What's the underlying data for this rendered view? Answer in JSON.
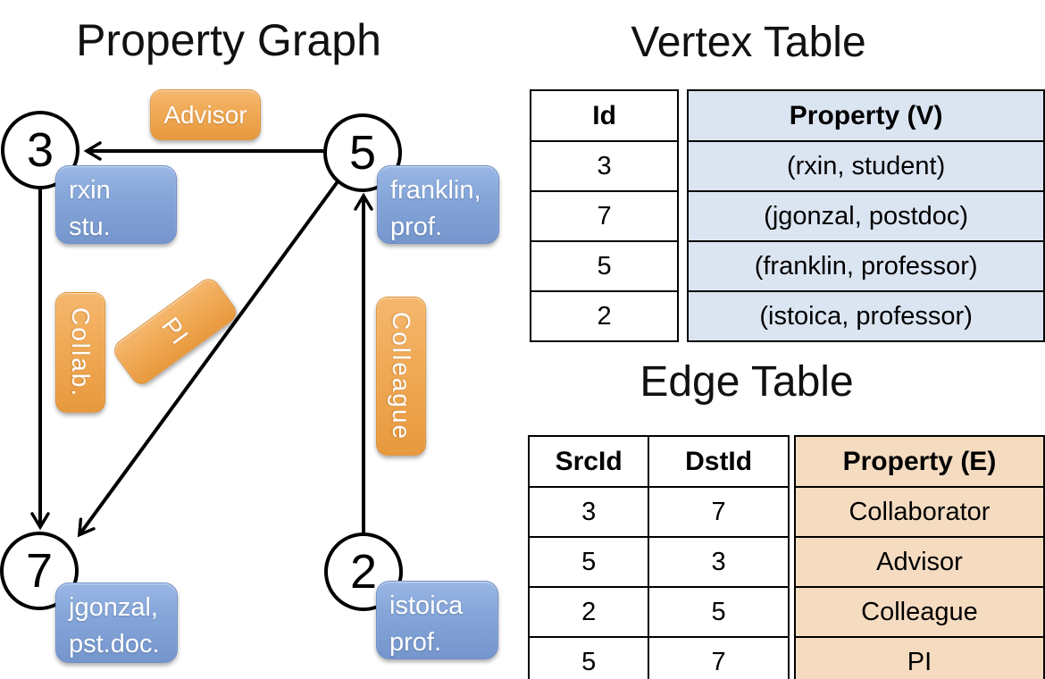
{
  "graph": {
    "title": "Property Graph",
    "nodes": [
      {
        "id": "3",
        "property": [
          "rxin",
          "stu."
        ]
      },
      {
        "id": "5",
        "property": [
          "franklin,",
          "prof."
        ]
      },
      {
        "id": "7",
        "property": [
          "jgonzal,",
          "pst.doc."
        ]
      },
      {
        "id": "2",
        "property": [
          "istoica",
          "prof."
        ]
      }
    ],
    "edges": [
      {
        "src": "5",
        "dst": "3",
        "label": "Advisor"
      },
      {
        "src": "3",
        "dst": "7",
        "label": "Collab."
      },
      {
        "src": "5",
        "dst": "7",
        "label": "PI"
      },
      {
        "src": "2",
        "dst": "5",
        "label": "Colleague"
      }
    ]
  },
  "vertex_table": {
    "title": "Vertex Table",
    "columns": [
      "Id",
      "Property (V)"
    ],
    "rows": [
      [
        "3",
        "(rxin, student)"
      ],
      [
        "7",
        "(jgonzal, postdoc)"
      ],
      [
        "5",
        "(franklin, professor)"
      ],
      [
        "2",
        "(istoica, professor)"
      ]
    ]
  },
  "edge_table": {
    "title": "Edge Table",
    "columns": [
      "SrcId",
      "DstId",
      "Property (E)"
    ],
    "rows": [
      [
        "3",
        "7",
        "Collaborator"
      ],
      [
        "5",
        "3",
        "Advisor"
      ],
      [
        "2",
        "5",
        "Colleague"
      ],
      [
        "5",
        "7",
        "PI"
      ]
    ]
  },
  "colors": {
    "edge_label_orange": "#f0a955",
    "vertex_box_blue": "#85a6d9",
    "vertex_property_bg": "#dbe5f2",
    "edge_property_bg": "#f5dcc1",
    "line_black": "#000000"
  }
}
